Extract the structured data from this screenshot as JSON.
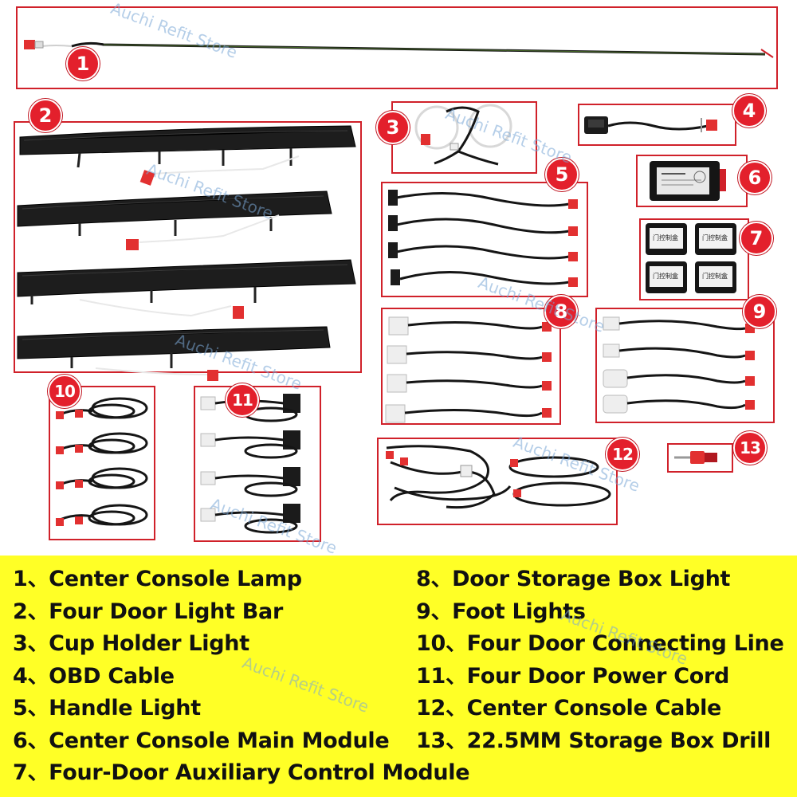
{
  "watermark_text": "Auchi Refit Store",
  "badges": [
    "1",
    "2",
    "3",
    "4",
    "5",
    "6",
    "7",
    "8",
    "9",
    "10",
    "11",
    "12",
    "13"
  ],
  "module_box_label": "门控制盒",
  "legend": {
    "left": [
      "1、Center Console Lamp",
      "2、Four Door Light Bar",
      "3、Cup Holder Light",
      "4、OBD Cable",
      "5、Handle Light",
      "6、Center Console Main Module",
      "7、Four-Door Auxiliary Control Module"
    ],
    "right": [
      "8、Door Storage Box Light",
      "9、Foot Lights",
      "10、Four Door Connecting Line",
      "11、Four Door Power Cord",
      "12、Center Console Cable",
      "13、22.5MM Storage Box Drill"
    ]
  },
  "colors": {
    "frame_red": "#d0212a",
    "badge_red": "#e3202c",
    "legend_yellow": "#ffff26",
    "connector_red": "#e23030",
    "cable_black": "#151515"
  }
}
